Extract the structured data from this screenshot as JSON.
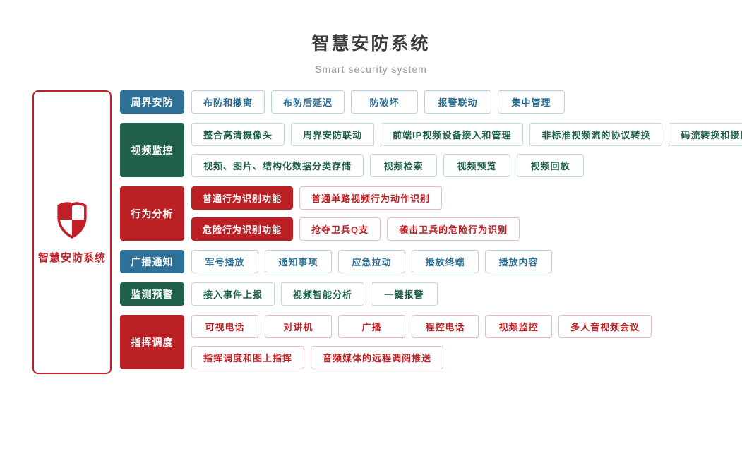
{
  "header": {
    "title": "智慧安防系统",
    "subtitle": "Smart security system"
  },
  "root": {
    "label": "智慧安防系统",
    "icon": "shield-icon"
  },
  "colors": {
    "accent_red": "#c01f27",
    "blue": {
      "solid": "#2f7096",
      "text": "#2f7096",
      "border": "#b8d0e2"
    },
    "green": {
      "solid": "#20604c",
      "text": "#20604c",
      "border": "#c2d9d0"
    },
    "red": {
      "solid": "#bb2025",
      "text": "#bb2025",
      "border": "#e9bcbe"
    }
  },
  "groups": [
    {
      "name": "周界安防",
      "color": "blue",
      "rows": [
        [
          {
            "label": "布防和撤离"
          },
          {
            "label": "布防后延迟"
          },
          {
            "label": "防破坏"
          },
          {
            "label": "报警联动"
          },
          {
            "label": "集中管理"
          }
        ]
      ]
    },
    {
      "name": "视频监控",
      "color": "green",
      "rows": [
        [
          {
            "label": "整合高清摄像头"
          },
          {
            "label": "周界安防联动"
          },
          {
            "label": "前端IP视频设备接入和管理"
          },
          {
            "label": "非标准视频流的协议转换"
          },
          {
            "label": "码流转换和接口转换"
          }
        ],
        [
          {
            "label": "视频、图片、结构化数据分类存储"
          },
          {
            "label": "视频检索"
          },
          {
            "label": "视频预览"
          },
          {
            "label": "视频回放"
          }
        ]
      ]
    },
    {
      "name": "行为分析",
      "color": "red",
      "rows": [
        [
          {
            "label": "普通行为识别功能",
            "solid": true
          },
          {
            "label": "普通单路视频行为动作识别"
          }
        ],
        [
          {
            "label": "危险行为识别功能",
            "solid": true
          },
          {
            "label": "抢夺卫兵Q支"
          },
          {
            "label": "袭击卫兵的危险行为识别"
          }
        ]
      ]
    },
    {
      "name": "广播通知",
      "color": "blue",
      "rows": [
        [
          {
            "label": "军号播放"
          },
          {
            "label": "通知事项"
          },
          {
            "label": "应急拉动"
          },
          {
            "label": "播放终端"
          },
          {
            "label": "播放内容"
          }
        ]
      ]
    },
    {
      "name": "监测预警",
      "color": "green",
      "rows": [
        [
          {
            "label": "接入事件上报"
          },
          {
            "label": "视频智能分析"
          },
          {
            "label": "一键报警"
          }
        ]
      ]
    },
    {
      "name": "指挥调度",
      "color": "red",
      "rows": [
        [
          {
            "label": "可视电话"
          },
          {
            "label": "对讲机"
          },
          {
            "label": "广播"
          },
          {
            "label": "程控电话"
          },
          {
            "label": "视频监控"
          },
          {
            "label": "多人音视频会议"
          }
        ],
        [
          {
            "label": "指挥调度和图上指挥"
          },
          {
            "label": "音频媒体的远程调阅推送"
          }
        ]
      ]
    }
  ]
}
